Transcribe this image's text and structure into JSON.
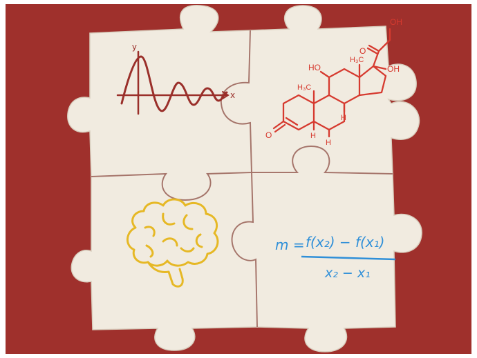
{
  "colors": {
    "background": "#9f302c",
    "piece_light": "#f1ebe0",
    "piece_shadow": "#d9cfbf",
    "wave_ink": "#9a2f2a",
    "chem_ink": "#d63a2f",
    "brain_ink": "#e6b825",
    "math_ink": "#2f8fd8"
  },
  "pieces": {
    "top_left": {
      "drawing": "damped-wave-graph",
      "axis_y_label": "y",
      "axis_x_label": "x"
    },
    "top_right": {
      "drawing": "steroid-molecule",
      "labels": {
        "oh_top": "OH",
        "oxo_top": "O",
        "oh_right": "OH",
        "methyl_upper": "H₃C",
        "ho_left": "HO",
        "methyl_lower": "H₃C",
        "h_mid": "H",
        "h_left": "H",
        "h_right": "H",
        "oxo_left": "O"
      }
    },
    "bottom_left": {
      "drawing": "brain-icon"
    },
    "bottom_right": {
      "drawing": "slope-formula",
      "lhs": "m =",
      "numerator": "f(x₂) − f(x₁)",
      "denominator": "x₂ − x₁"
    }
  }
}
